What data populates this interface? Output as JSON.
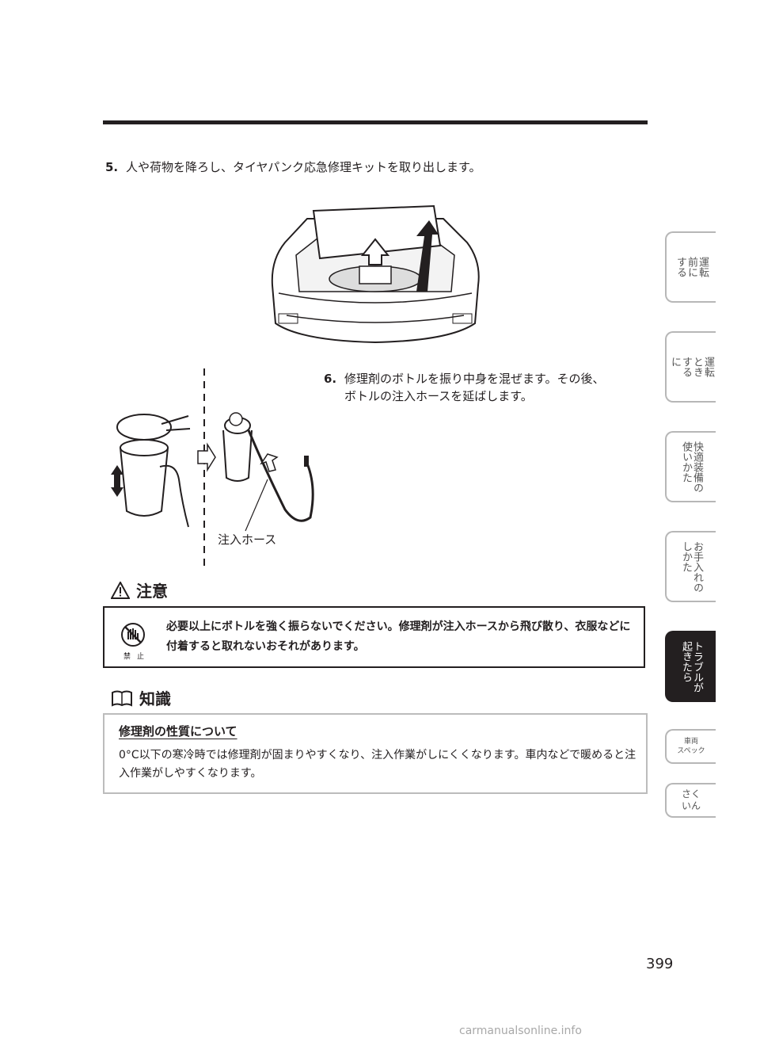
{
  "step5": {
    "number": "5.",
    "text": "人や荷物を降ろし、タイヤパンク応急修理キットを取り出します。"
  },
  "step6": {
    "number": "6.",
    "line1": "修理剤のボトルを振り中身を混ぜます。その後、",
    "line2": "ボトルの注入ホースを延ばします。"
  },
  "figure2": {
    "hose_label": "注入ホース"
  },
  "caution": {
    "title": "注意",
    "prohibit_label": "禁止",
    "text": "必要以上にボトルを強く振らないでください。修理剤が注入ホースから飛び散り、衣服などに付着すると取れないおそれがあります。"
  },
  "knowledge": {
    "title": "知識",
    "heading": "修理剤の性質について",
    "body": "0°C以下の寒冷時では修理剤が固まりやすくなり、注入作業がしにくくなります。車内などで暖めると注入作業がしやすくなります。"
  },
  "tabs": [
    {
      "label": "運転\n前に\nする"
    },
    {
      "label": "運転\nとき\nする\nに"
    },
    {
      "label": "快適装備の\n使いかた"
    },
    {
      "label": "お手入れの\nしかた"
    },
    {
      "label": "トラブルが\n起きたら"
    },
    {
      "label": "車両\nスペック"
    },
    {
      "label": "さく\nいん"
    }
  ],
  "page_number": "399",
  "watermark": "carmanualsonline.info"
}
